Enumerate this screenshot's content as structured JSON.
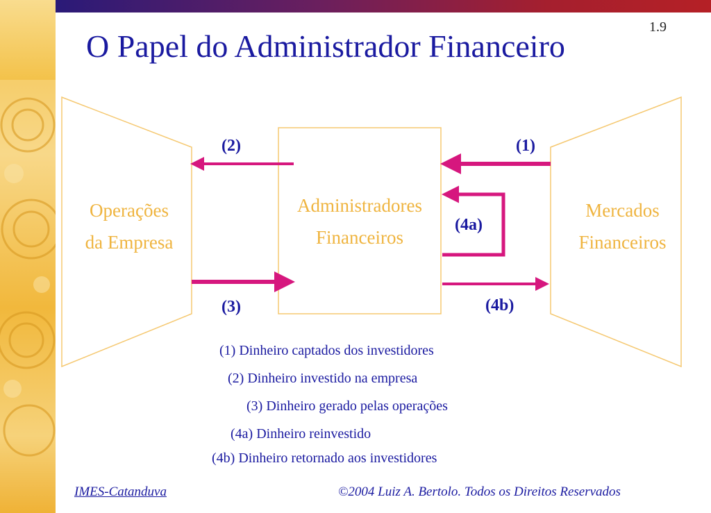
{
  "slide": {
    "page_number": "1.9",
    "title": "O Papel do Administrador Financeiro"
  },
  "diagram": {
    "left_box": {
      "line1": "Operações",
      "line2": "da Empresa"
    },
    "center_box": {
      "line1": "Administradores",
      "line2": "Financeiros"
    },
    "right_box": {
      "line1": "Mercados",
      "line2": "Financeiros"
    },
    "flow_labels": {
      "f1": "(1)",
      "f2": "(2)",
      "f3": "(3)",
      "f4a": "(4a)",
      "f4b": "(4b)"
    }
  },
  "legend": [
    "(1) Dinheiro captados dos investidores",
    "(2) Dinheiro investido na empresa",
    "(3) Dinheiro gerado pelas operações",
    "(4a) Dinheiro reinvestido",
    "(4b) Dinheiro retornado aos investidores"
  ],
  "footer": {
    "left": "IMES-Catanduva",
    "right": "©2004 Luiz A. Bertolo. Todos os Direitos Reservados"
  },
  "colors": {
    "title": "#1a1aa0",
    "box_outline": "#f5c870",
    "box_text": "#efb43f",
    "arrow": "#d6177e"
  }
}
